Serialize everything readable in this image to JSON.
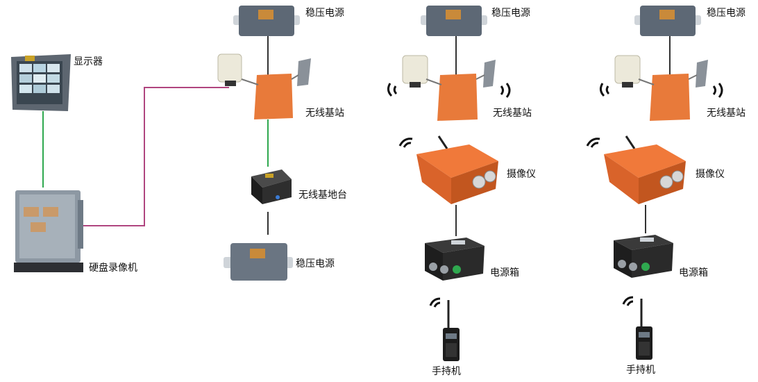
{
  "colors": {
    "green_wire": "#2fa84f",
    "magenta_wire": "#b0457f",
    "black_wire": "#333333",
    "orange_device": "#e87a3a",
    "gray_box": "#6e7a86",
    "dark_box": "#2a2a2a"
  },
  "labels": {
    "display": "显示器",
    "dvr": "硬盘录像机",
    "stabilizer_top_1": "稳压电源",
    "base_station_1": "无线基站",
    "ground_station": "无线基地台",
    "stabilizer_bottom": "稳压电源",
    "stabilizer_top_2": "稳压电源",
    "base_station_2": "无线基站",
    "camera_2": "摄像仪",
    "power_box_2": "电源箱",
    "handheld_2": "手持机",
    "stabilizer_top_3": "稳压电源",
    "base_station_3": "无线基站",
    "camera_3": "摄像仪",
    "power_box_3": "电源箱",
    "handheld_3": "手持机"
  },
  "icons": [
    "display-device-icon",
    "dvr-device-icon",
    "stabilizer-device-icon",
    "base-station-icon",
    "ground-station-icon",
    "camera-device-icon",
    "power-box-icon",
    "handheld-radio-icon",
    "wifi-signal-icon"
  ]
}
